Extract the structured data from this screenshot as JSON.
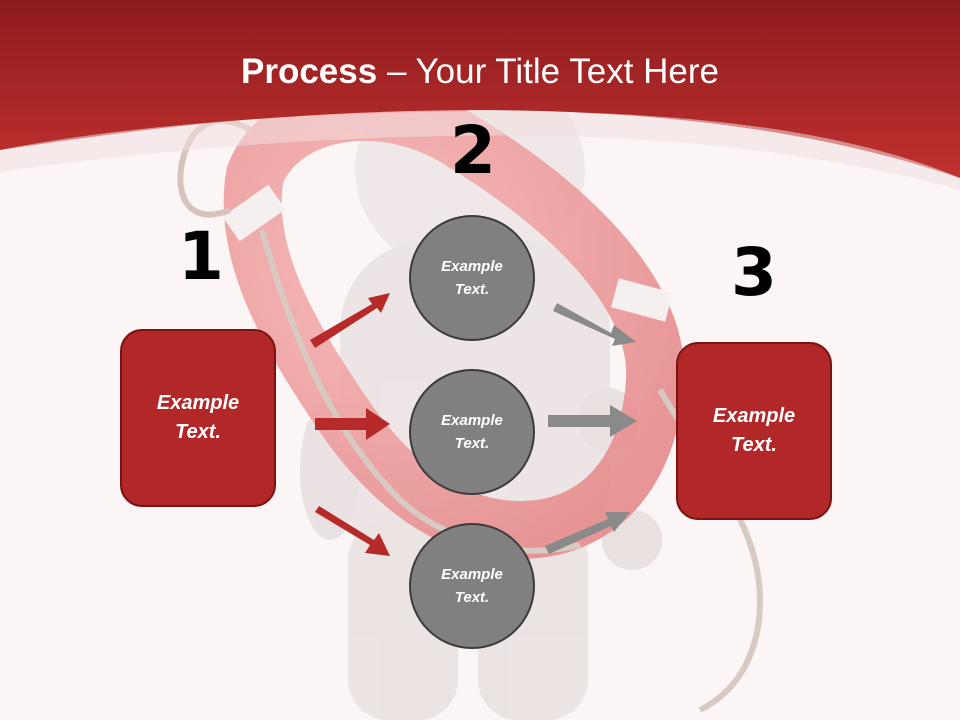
{
  "title": {
    "bold": "Process",
    "rest": " – Your Title Text Here"
  },
  "steps": [
    {
      "number": "1",
      "text": "Example Text."
    },
    {
      "number": "2",
      "text": "Example Text."
    },
    {
      "number": "3",
      "text": "Example Text."
    }
  ],
  "circles": [
    {
      "text": "Example Text."
    },
    {
      "text": "Example Text."
    },
    {
      "text": "Example Text."
    }
  ],
  "colors": {
    "header": "#b72a2a",
    "box_fill": "#b22727",
    "circle_fill": "#808080",
    "arrow_red": "#b72a2a",
    "arrow_gray": "#8a8a8a"
  }
}
